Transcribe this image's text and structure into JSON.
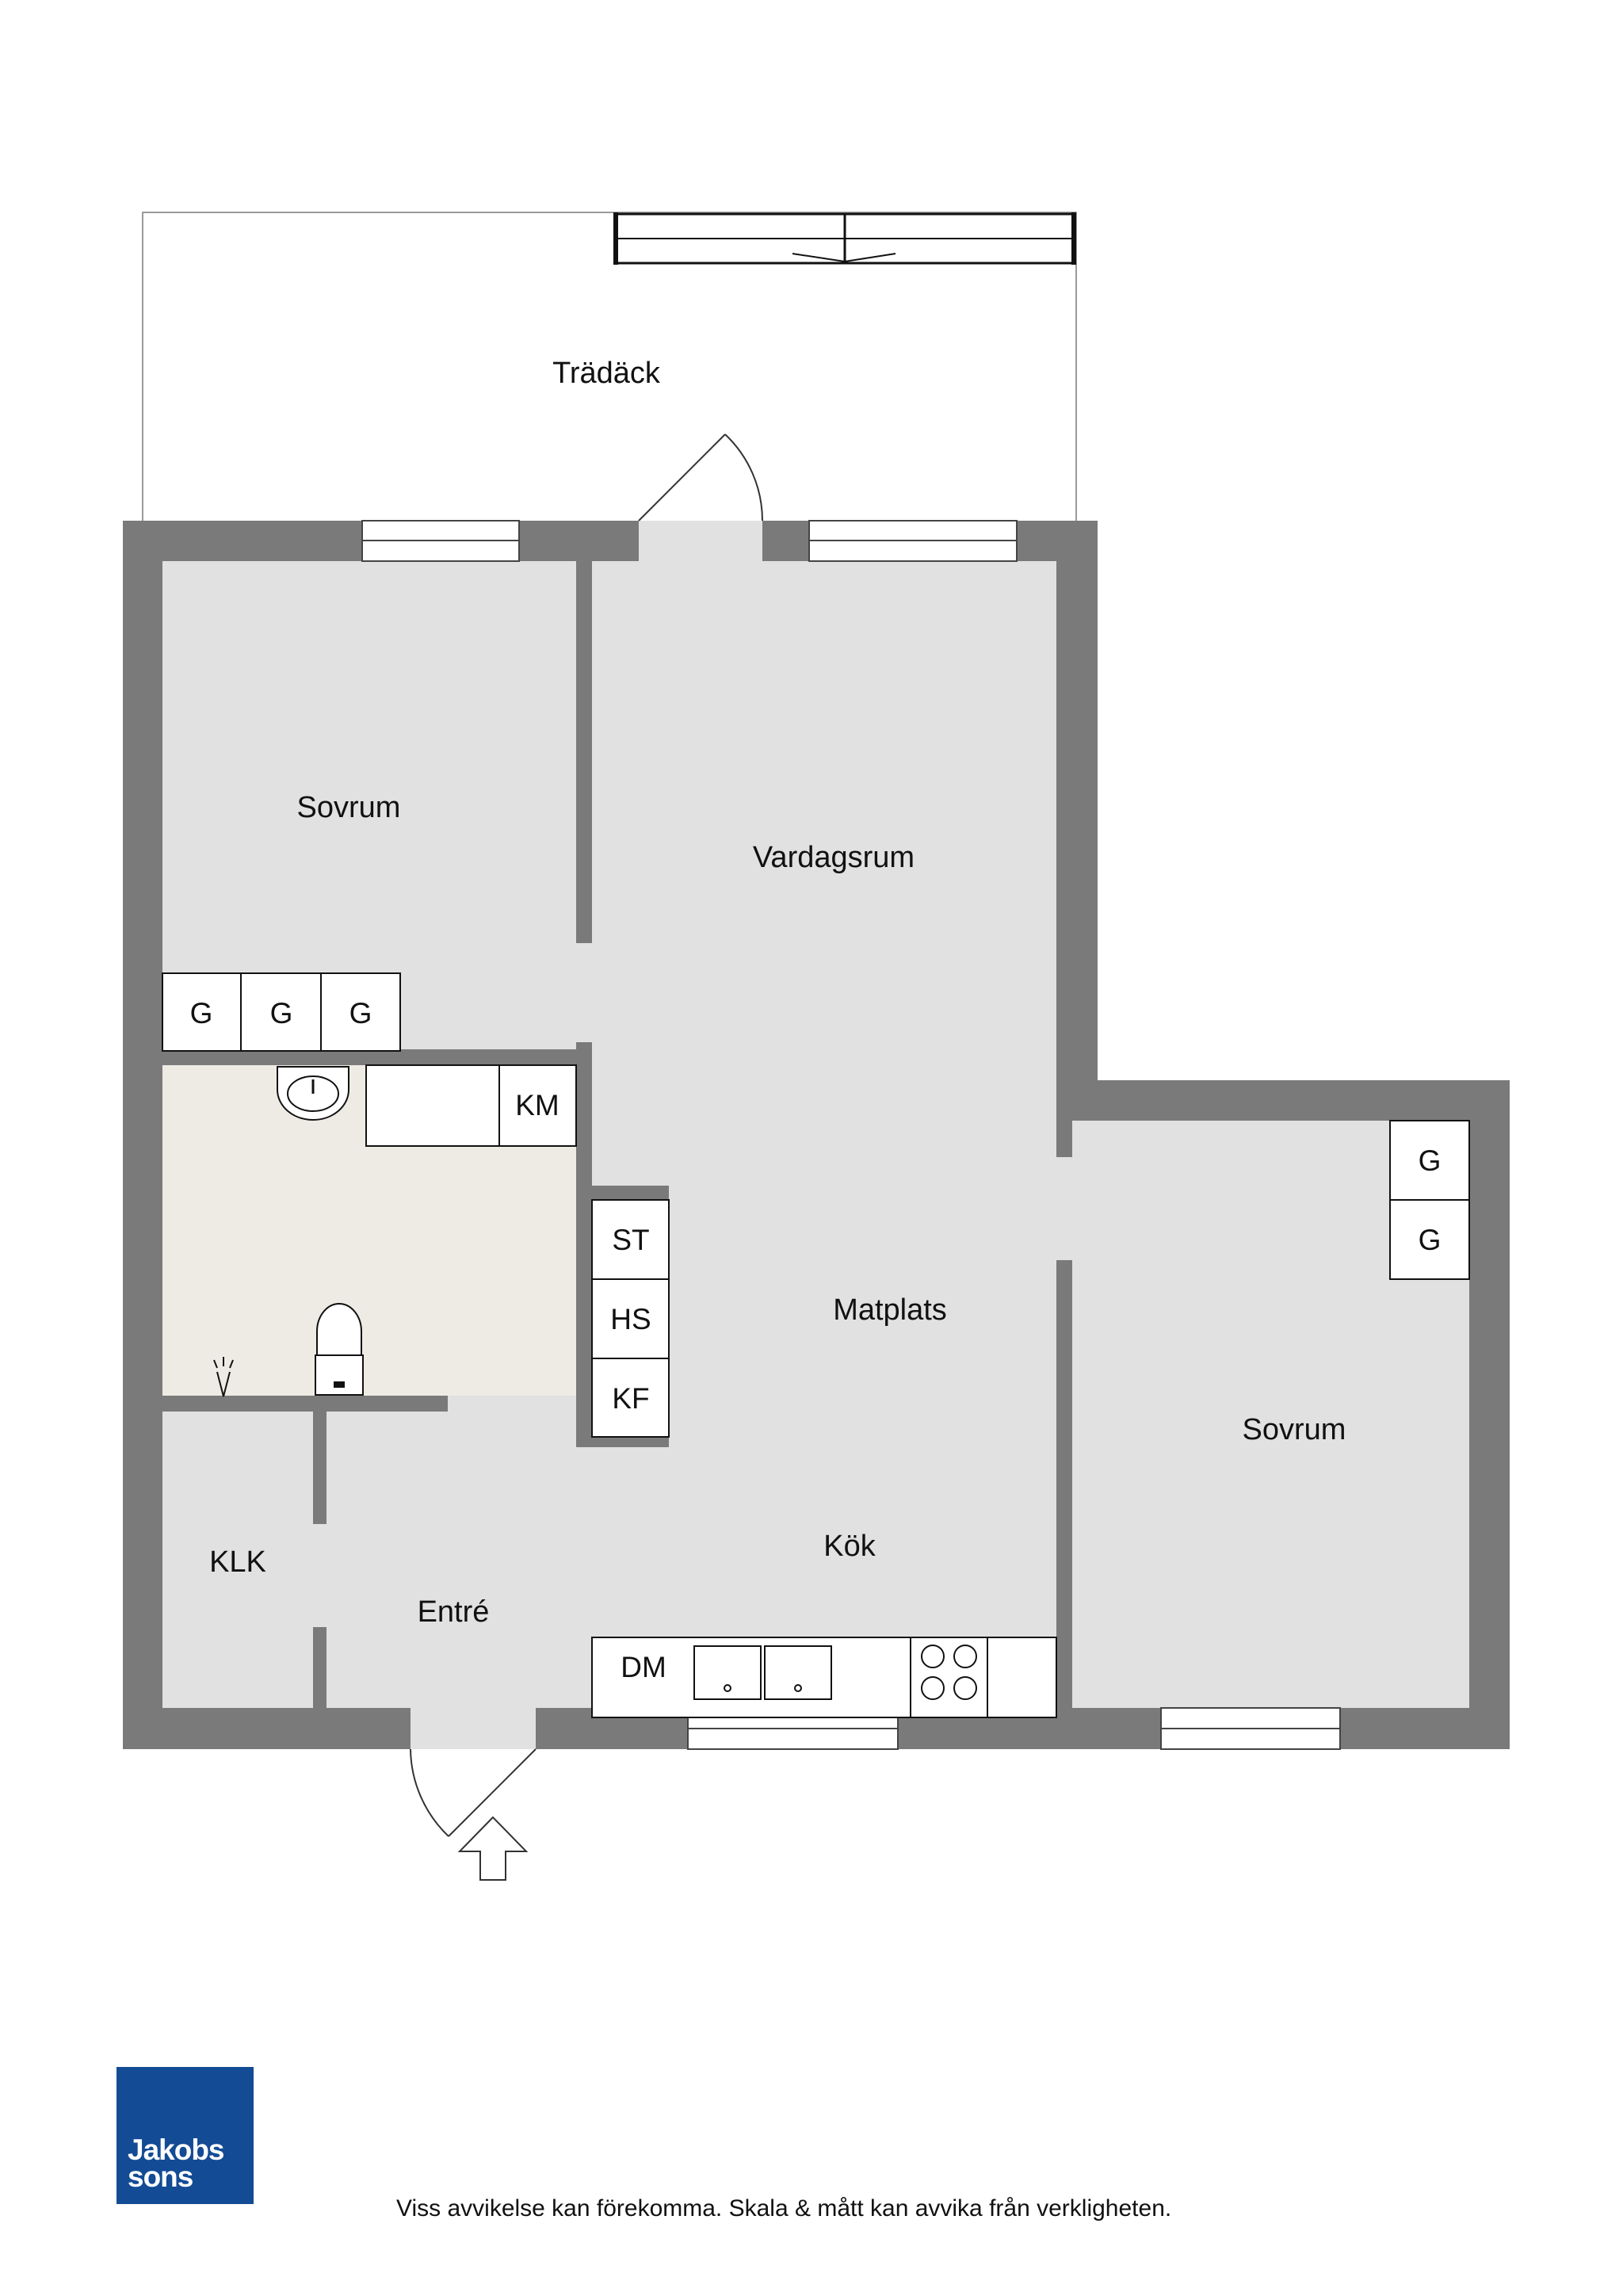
{
  "rooms": {
    "tradack": "Trädäck",
    "sovrum_left": "Sovrum",
    "vardagsrum": "Vardagsrum",
    "matplats": "Matplats",
    "kok": "Kök",
    "entre": "Entré",
    "klk": "KLK",
    "sovrum_right": "Sovrum"
  },
  "fixtures": {
    "g": "G",
    "km": "KM",
    "st": "ST",
    "hs": "HS",
    "kf": "KF",
    "dm": "DM"
  },
  "logo": {
    "line1": "Jakobs",
    "line2": "sons"
  },
  "colors": {
    "wall": "#7a7a7a",
    "floor": "#e1e1e1",
    "bathroom_floor": "#edebe3",
    "logo_bg": "#134b95"
  },
  "footer": {
    "disclaimer": "Viss avvikelse kan förekomma. Skala & mått kan avvika från verkligheten."
  }
}
